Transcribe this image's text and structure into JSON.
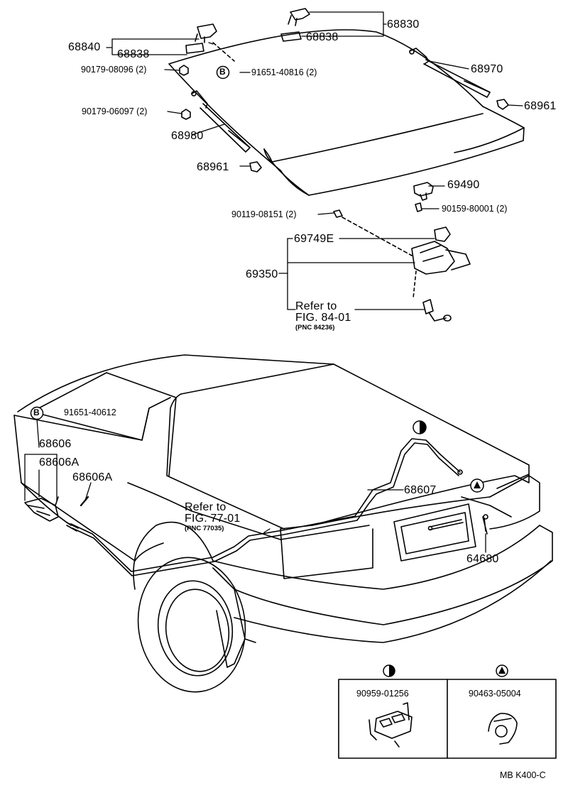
{
  "parts": {
    "p68830": "68830",
    "p68838_top": "68838",
    "p68840": "68840",
    "p68838_left": "68838",
    "p90179_08096": "90179-08096 (2)",
    "b_note_upper": "91651-40816 (2)",
    "p68970": "68970",
    "p68961_right": "68961",
    "p90179_06097": "90179-06097 (2)",
    "p68980": "68980",
    "p68961_left": "68961",
    "p69490": "69490",
    "p90159_80001": "90159-80001 (2)",
    "p90119_08151": "90119-08151 (2)",
    "p69749E": "69749E",
    "p69350": "69350",
    "refer_upper_1": "Refer to",
    "refer_upper_2": "FIG. 84-01",
    "refer_upper_3": "(PNC 84236)",
    "b_note_lower": "91651-40612",
    "p68606": "68606",
    "p68606A_1": "68606A",
    "p68606A_2": "68606A",
    "refer_lower_1": "Refer to",
    "refer_lower_2": "FIG. 77-01",
    "refer_lower_3": "(PNC 77035)",
    "p68607": "68607",
    "p64680": "64680"
  },
  "symbols": {
    "b_marker": "B"
  },
  "inset": {
    "left_part": "90959-01256",
    "right_part": "90463-05004"
  },
  "footer": {
    "code": "MB  K400-C"
  }
}
